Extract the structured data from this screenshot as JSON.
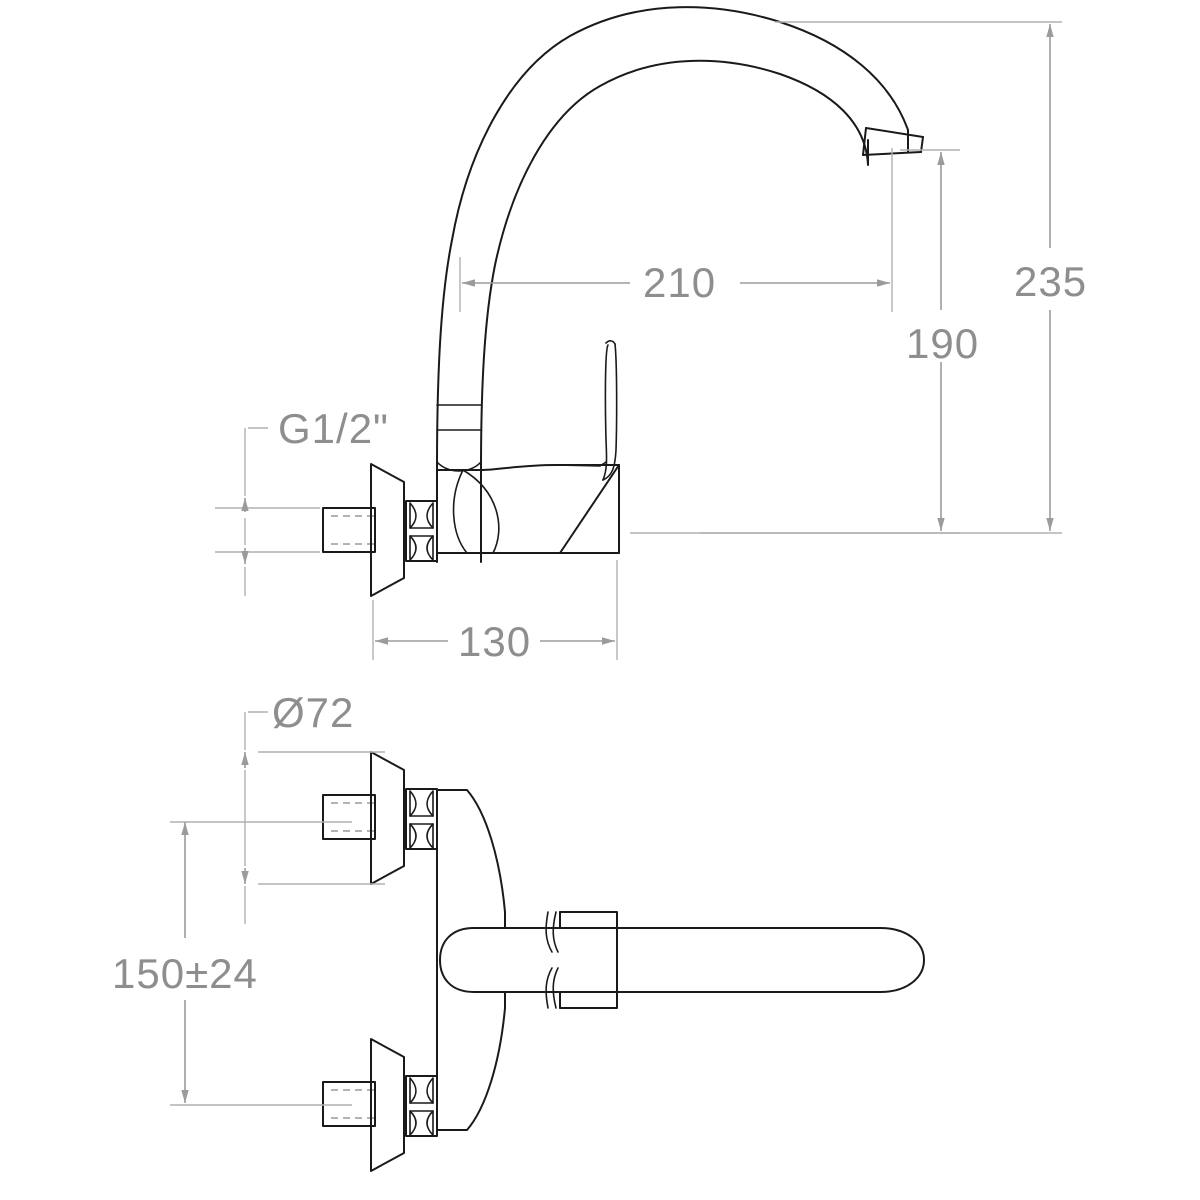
{
  "drawing": {
    "title": "Wall-mounted kitchen mixer tap technical drawing",
    "subject": "wall-mounted single-lever kitchen mixer faucet",
    "unit": "mm",
    "line_color": "#1a1a1a",
    "dimension_color": "#9b9b9b",
    "dimension_text_color": "#8e8e8e",
    "background_color": "#ffffff",
    "views": [
      {
        "id": "side-elevation",
        "name": "Side elevation view",
        "position": "top"
      },
      {
        "id": "top-plan",
        "name": "Top plan view",
        "position": "bottom"
      }
    ]
  },
  "dimensions": {
    "spout_reach": {
      "label": "210",
      "name": "spout-reach-dimension",
      "orientation": "horizontal",
      "view": "side-elevation"
    },
    "total_height": {
      "label": "235",
      "name": "total-height-dimension",
      "orientation": "vertical",
      "view": "side-elevation"
    },
    "spout_height": {
      "label": "190",
      "name": "spout-outlet-height-dimension",
      "orientation": "vertical",
      "view": "side-elevation"
    },
    "body_depth": {
      "label": "130",
      "name": "body-depth-dimension",
      "orientation": "horizontal",
      "view": "side-elevation"
    },
    "thread_size": {
      "label": "G1/2\"",
      "name": "thread-size-callout",
      "orientation": "vertical",
      "view": "side-elevation"
    },
    "flange_diameter": {
      "label": "Ø72",
      "name": "flange-diameter-dimension",
      "orientation": "vertical",
      "view": "top-plan"
    },
    "inlet_centers": {
      "label": "150±24",
      "name": "inlet-center-distance-dimension",
      "orientation": "vertical",
      "view": "top-plan"
    }
  }
}
